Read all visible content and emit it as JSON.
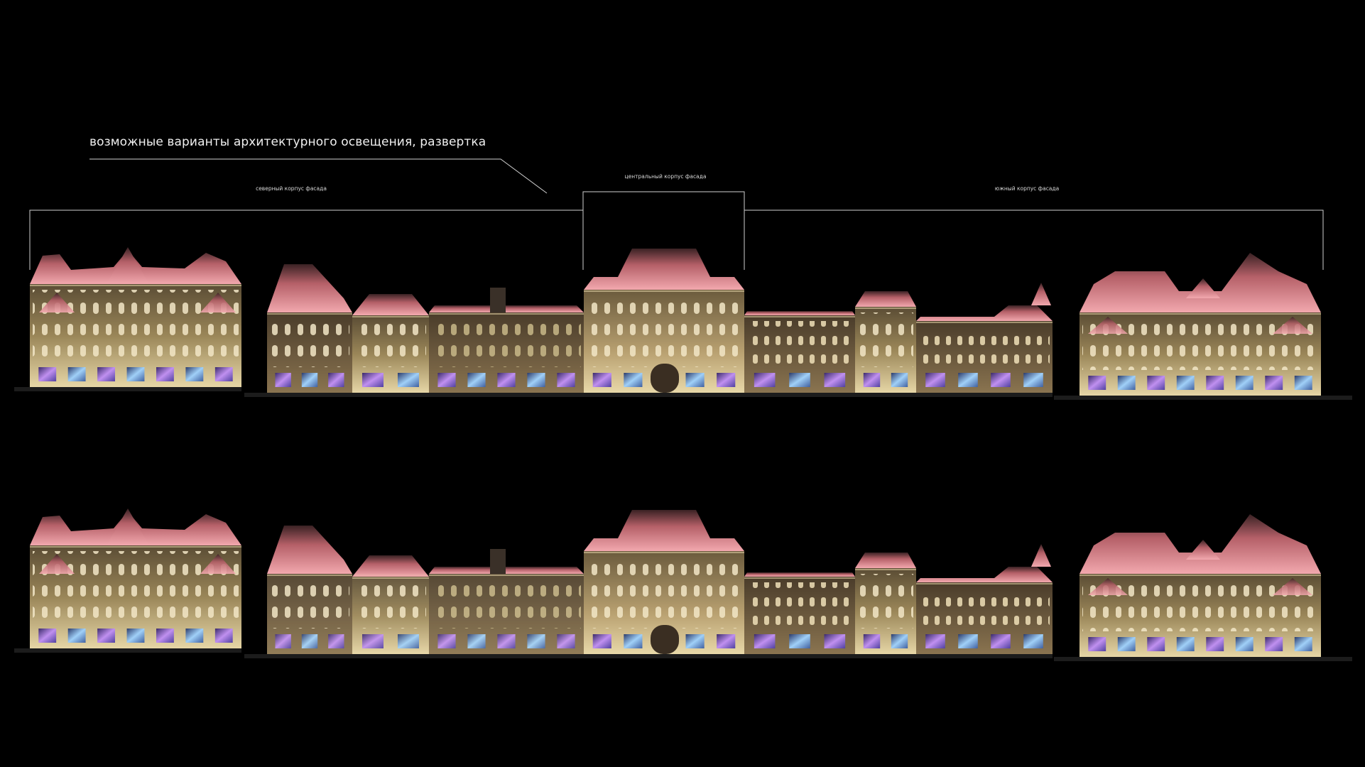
{
  "caption": "возможные варианты архитектурного освещения, развертка",
  "sections": {
    "north": "северный корпус фасада",
    "center": "центральный корпус фасада",
    "south": "южный корпус фасада"
  },
  "colors": {
    "background": "#000000",
    "facade": "#7a6a4a",
    "facade_lit": "#d9c89a",
    "roof_glow": "#e89aa0",
    "window_warm": "#f4ead0",
    "shopfront_purple": "#a070d8",
    "shopfront_blue": "#70a8e8",
    "line": "#cfcfcf"
  },
  "variants": [
    "variant-1",
    "variant-2"
  ]
}
